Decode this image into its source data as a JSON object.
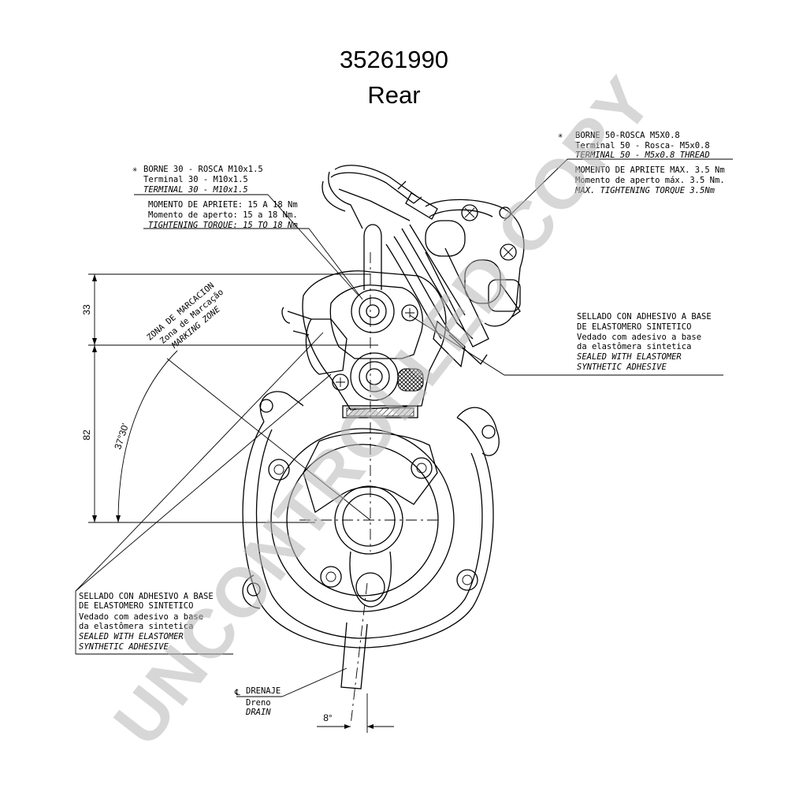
{
  "title": {
    "part_number": "35261990",
    "view": "Rear"
  },
  "notes": {
    "terminal30": {
      "symbol": "✳",
      "lines": [
        "BORNE 30 - ROSCA M10x1.5",
        "Terminal 30 - M10x1.5",
        "TERMINAL 30 - M10x1.5"
      ]
    },
    "torque30": {
      "lines": [
        "MOMENTO DE APRIETE: 15 A 18 Nm",
        "Momento de aperto: 15 a 18 Nm.",
        "TIGHTENING TORQUE: 15 TO 18 Nm"
      ]
    },
    "terminal50": {
      "symbol": "✳",
      "lines": [
        "BORNE 50-ROSCA M5X0.8",
        "Terminal 50 - Rosca- M5x0.8",
        "TERMINAL 50 - M5x0.8 THREAD"
      ]
    },
    "torque50": {
      "lines": [
        "MOMENTO DE APRIETE MAX. 3.5 Nm",
        "Momento de aperto máx. 3.5 Nm.",
        "MAX. TIGHTENING TORQUE 3.5Nm"
      ]
    },
    "sealed_right": {
      "lines": [
        "SELLADO CON ADHESIVO A BASE",
        "DE ELASTOMERO SINTETICO",
        "Vedado com adesivo a base",
        "da elastômera sintetica",
        "SEALED WITH ELASTOMER",
        "SYNTHETIC ADHESIVE"
      ]
    },
    "sealed_left": {
      "lines": [
        "SELLADO CON ADHESIVO A BASE",
        "DE ELASTOMERO SINTETICO",
        "Vedado com adesivo a base",
        "da elastômera sintetica",
        "SEALED WITH ELASTOMER",
        "SYNTHETIC ADHESIVE"
      ]
    },
    "marking_zone": {
      "lines": [
        "ZONA DE MARCACION",
        "Zona de Marcação",
        "MARKING ZONE"
      ]
    },
    "drain": {
      "symbol": "℄",
      "lines": [
        "DRENAJE",
        "Dreno",
        "DRAIN"
      ]
    }
  },
  "dimensions": {
    "upper": "33",
    "lower": "82",
    "angle": "37°30'",
    "drain_angle": "8°"
  },
  "watermark": "UNCONTROLLED COPY"
}
